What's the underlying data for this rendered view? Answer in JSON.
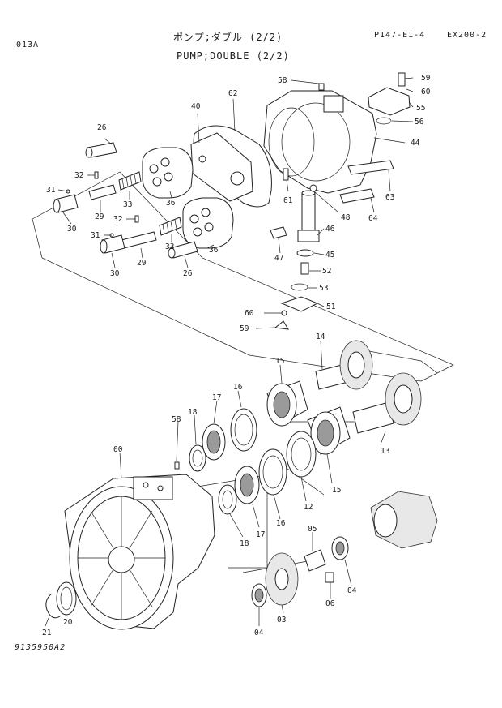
{
  "header": {
    "code": "013A",
    "title_jp": "ポンプ;ダブル (2/2)",
    "title_en": "PUMP;DOUBLE (2/2)",
    "page_ref": "P147-E1-4",
    "model": "EX200-2",
    "drawing_no": "9135950A2"
  },
  "callouts": [
    {
      "id": "c58a",
      "text": "58"
    },
    {
      "id": "c59a",
      "text": "59"
    },
    {
      "id": "c60a",
      "text": "60"
    },
    {
      "id": "c55",
      "text": "55"
    },
    {
      "id": "c56",
      "text": "56"
    },
    {
      "id": "c62",
      "text": "62"
    },
    {
      "id": "c40",
      "text": "40"
    },
    {
      "id": "c26a",
      "text": "26"
    },
    {
      "id": "c44",
      "text": "44"
    },
    {
      "id": "c32a",
      "text": "32"
    },
    {
      "id": "c31a",
      "text": "31"
    },
    {
      "id": "c33a",
      "text": "33"
    },
    {
      "id": "c36a",
      "text": "36"
    },
    {
      "id": "c29a",
      "text": "29"
    },
    {
      "id": "c30a",
      "text": "30"
    },
    {
      "id": "c61",
      "text": "61"
    },
    {
      "id": "c63",
      "text": "63"
    },
    {
      "id": "c48",
      "text": "48"
    },
    {
      "id": "c64",
      "text": "64"
    },
    {
      "id": "c32b",
      "text": "32"
    },
    {
      "id": "c46",
      "text": "46"
    },
    {
      "id": "c31b",
      "text": "31"
    },
    {
      "id": "c33b",
      "text": "33"
    },
    {
      "id": "c47",
      "text": "47"
    },
    {
      "id": "c45",
      "text": "45"
    },
    {
      "id": "c29b",
      "text": "29"
    },
    {
      "id": "c36b",
      "text": "36"
    },
    {
      "id": "c30b",
      "text": "30"
    },
    {
      "id": "c26b",
      "text": "26"
    },
    {
      "id": "c52",
      "text": "52"
    },
    {
      "id": "c53",
      "text": "53"
    },
    {
      "id": "c60b",
      "text": "60"
    },
    {
      "id": "c51",
      "text": "51"
    },
    {
      "id": "c59b",
      "text": "59"
    },
    {
      "id": "c14",
      "text": "14"
    },
    {
      "id": "c15a",
      "text": "15"
    },
    {
      "id": "c16a",
      "text": "16"
    },
    {
      "id": "c17a",
      "text": "17"
    },
    {
      "id": "c18a",
      "text": "18"
    },
    {
      "id": "c58b",
      "text": "58"
    },
    {
      "id": "c00",
      "text": "00"
    },
    {
      "id": "c13",
      "text": "13"
    },
    {
      "id": "c15b",
      "text": "15"
    },
    {
      "id": "c12",
      "text": "12"
    },
    {
      "id": "c16b",
      "text": "16"
    },
    {
      "id": "c17b",
      "text": "17"
    },
    {
      "id": "c18b",
      "text": "18"
    },
    {
      "id": "c05",
      "text": "05"
    },
    {
      "id": "c04a",
      "text": "04"
    },
    {
      "id": "c06",
      "text": "06"
    },
    {
      "id": "c03",
      "text": "03"
    },
    {
      "id": "c04b",
      "text": "04"
    },
    {
      "id": "c21",
      "text": "21"
    },
    {
      "id": "c20",
      "text": "20"
    }
  ]
}
